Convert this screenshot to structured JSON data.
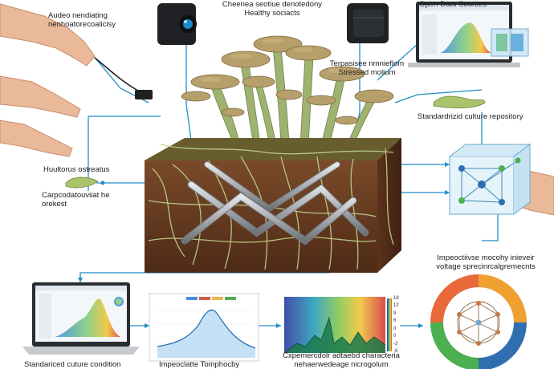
{
  "colors": {
    "connector": "#1f8ec7",
    "soil": "#6d3f23",
    "soil_dark": "#4a2814",
    "mycelium": "#bfd48e",
    "mushroom_cap": "#b69f6a",
    "mushroom_stem": "#9fb370",
    "pipe": "#b9bcc0",
    "laptop_dark": "#2b2d31"
  },
  "icons": {
    "top_left_sensor": "camera-sensor-icon",
    "top_right_sensor": "camera-sensor-icon",
    "lattice": "network-lattice-icon",
    "donut": "ring-donut-icon"
  },
  "labels": {
    "top_left": "Audeo nendiating\nnenhoatorecoalicisy",
    "top_center": "Cheenea seotiue denotedony\nHealthy sociacts",
    "top_right_title": "Open-Data Sources",
    "right_middle_top": "Terpasisee nmnieflom\nStressed molium",
    "right_culture": "Standardrizid culture repository",
    "left_mid_1": "Huultorus ostreatus",
    "left_mid_2": "Carpcodatouviiat he\norekest",
    "right_lower": "Impeoctiivse mocohy inieveir\nvoltage sprecinrcalgremecnts",
    "bottom_left": "Standariced cuture condition",
    "bottom_center_left": "Impeoclatte Tomphocby",
    "bottom_center": "Cxpemercdolr adtaebd characteria\nnehaerwedeage nicrogolum"
  },
  "spectrum_scale": [
    "-6",
    "-3",
    "0",
    "3",
    "6",
    "9",
    "12",
    "18"
  ]
}
